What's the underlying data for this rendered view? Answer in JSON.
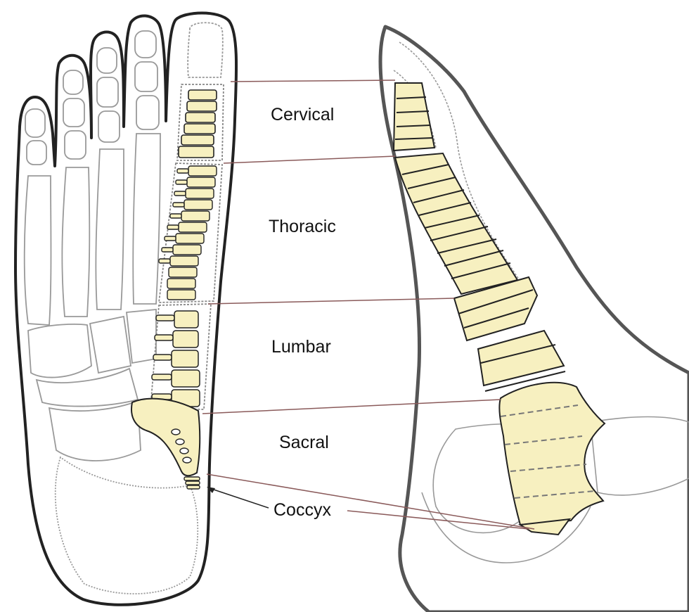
{
  "labels": {
    "cervical": "Cervical",
    "thoracic": "Thoracic",
    "lumbar": "Lumbar",
    "sacral": "Sacral",
    "coccyx": "Coccyx"
  },
  "colors": {
    "bone_fill": "#f7f0c0",
    "outline": "#222222",
    "skin_outline": "#555555",
    "thin_bone": "#888888",
    "leader_line": "#8a5a5a",
    "sacral_divider": "#777777"
  }
}
